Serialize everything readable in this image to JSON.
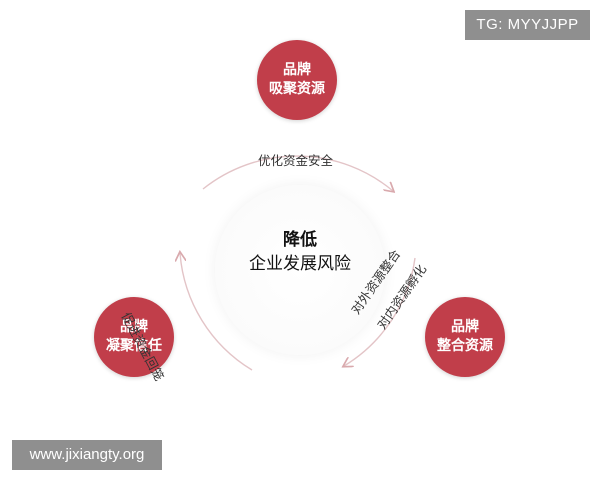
{
  "watermarks": {
    "top_right": "TG: MYYJJPP",
    "bottom_left": "www.jixiangty.org"
  },
  "center": {
    "line1": "降低",
    "line2": "企业发展风险"
  },
  "nodes": {
    "top": {
      "line1": "品牌",
      "line2": "吸聚资源"
    },
    "left": {
      "line1": "品牌",
      "line2": "凝聚信任"
    },
    "right": {
      "line1": "品牌",
      "line2": "整合资源"
    }
  },
  "arcs": {
    "top": "优化资金安全",
    "left": "促进资金回笼",
    "right_outer": "对外资源整合",
    "right_inner": "对内资源孵化"
  },
  "colors": {
    "node_fill": "#c13e4a",
    "arc_stroke": "#e3c4c7",
    "watermark_bg": "#8f8f8f"
  }
}
